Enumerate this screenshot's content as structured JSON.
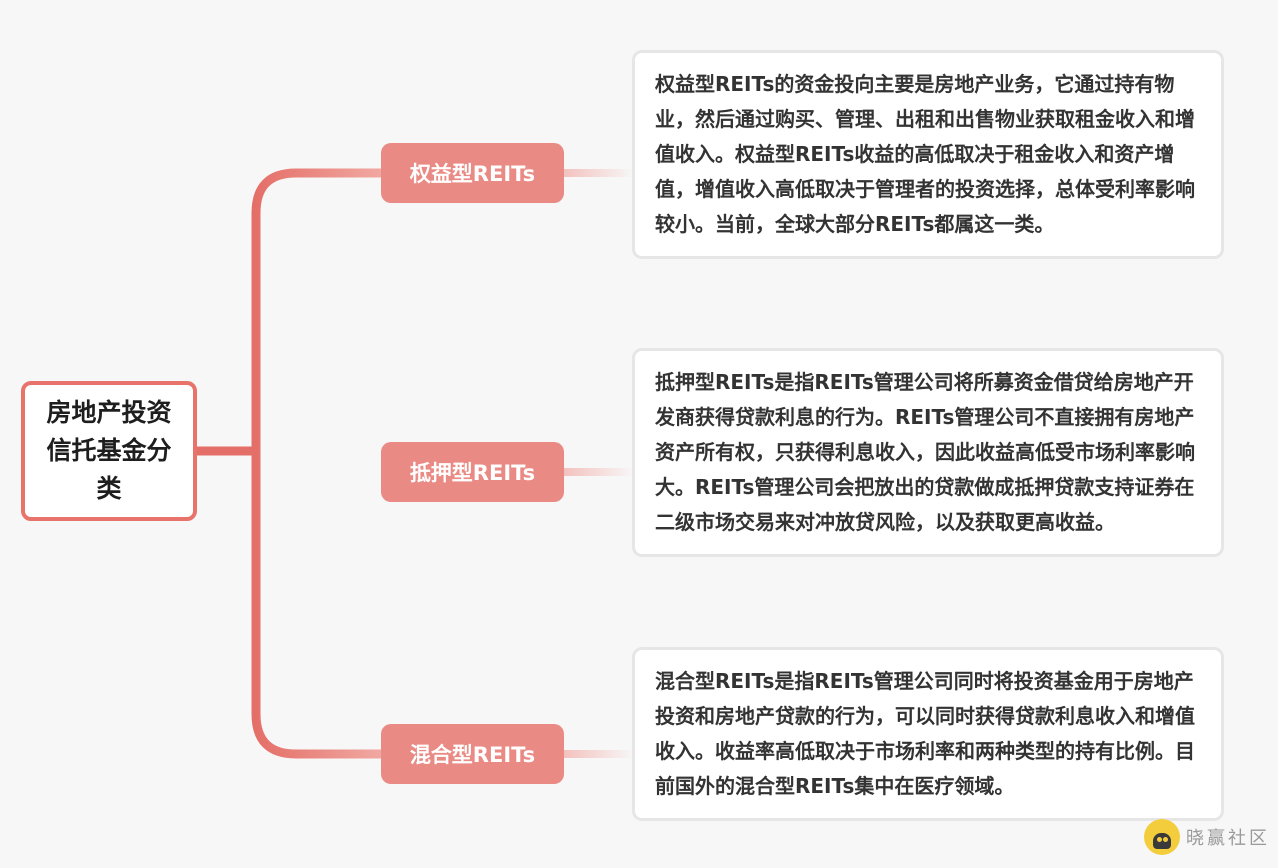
{
  "root": {
    "label": "房地产投资信托基金分类"
  },
  "branches": [
    {
      "label": "权益型REITs",
      "description": "权益型REITs的资金投向主要是房地产业务，它通过持有物业，然后通过购买、管理、出租和出售物业获取租金收入和增值收入。权益型REITs收益的高低取决于租金收入和资产增值，增值收入高低取决于管理者的投资选择，总体受利率影响较小。当前，全球大部分REITs都属这一类。"
    },
    {
      "label": "抵押型REITs",
      "description": "抵押型REITs是指REITs管理公司将所募资金借贷给房地产开发商获得贷款利息的行为。REITs管理公司不直接拥有房地产资产所有权，只获得利息收入，因此收益高低受市场利率影响大。REITs管理公司会把放出的贷款做成抵押贷款支持证券在二级市场交易来对冲放贷风险，以及获取更高收益。"
    },
    {
      "label": "混合型REITs",
      "description": "混合型REITs是指REITs管理公司同时将投资基金用于房地产投资和房地产贷款的行为，可以同时获得贷款利息收入和增值收入。收益率高低取决于市场利率和两种类型的持有比例。目前国外的混合型REITs集中在医疗领域。"
    }
  ],
  "watermark": {
    "text": "晓赢社区"
  },
  "colors": {
    "accent": "#e8736b",
    "branch_fill": "#ea8a84",
    "card_border": "#e6e6e6",
    "background": "#f7f7f7"
  }
}
